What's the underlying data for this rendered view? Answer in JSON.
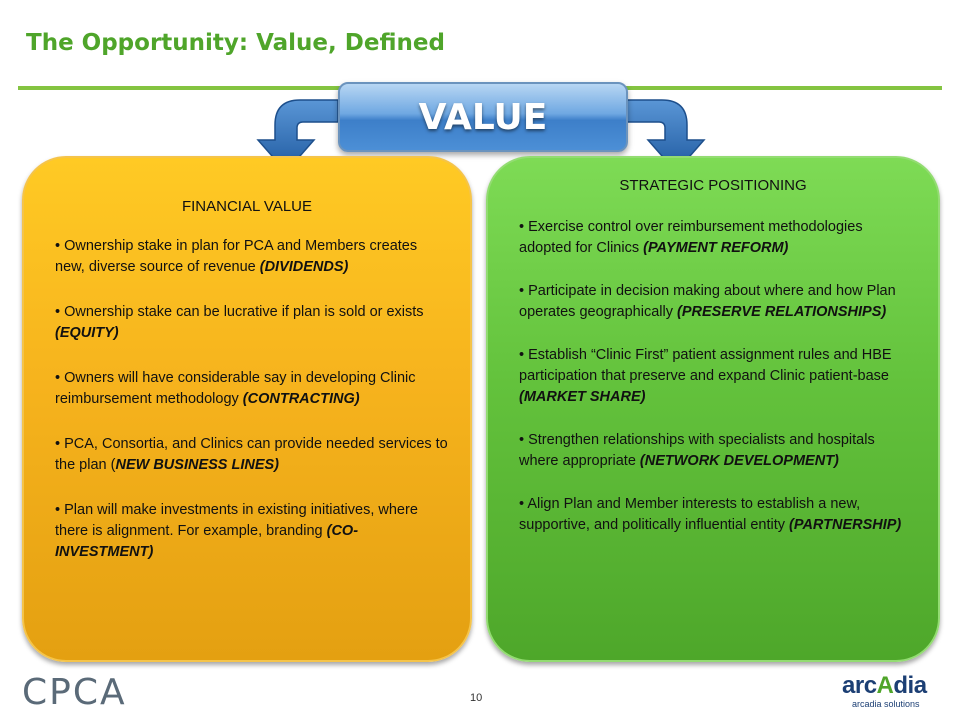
{
  "header": {
    "title": "The Opportunity: Value, Defined"
  },
  "center_button": {
    "label": "VALUE"
  },
  "financial": {
    "title": "FINANCIAL VALUE",
    "items": [
      {
        "text": "Ownership stake in plan for PCA and Members creates new, diverse source of revenue ",
        "tag": "(DIVIDENDS)"
      },
      {
        "text": "Ownership stake can be lucrative if plan is sold or exists ",
        "tag": "(EQUITY)"
      },
      {
        "text": "Owners will have considerable say in developing Clinic reimbursement methodology ",
        "tag": "(CONTRACTING)"
      },
      {
        "text": "PCA, Consortia, and Clinics can provide needed services to the plan (",
        "tag": "NEW BUSINESS LINES)"
      },
      {
        "text": "Plan will make investments in existing initiatives, where there is alignment.  For example, branding ",
        "tag": "(CO-INVESTMENT)"
      }
    ]
  },
  "strategic": {
    "title": "STRATEGIC POSITIONING",
    "items": [
      {
        "text": "Exercise control over reimbursement methodologies adopted for Clinics ",
        "tag": "(PAYMENT REFORM)"
      },
      {
        "text": "Participate in decision making about where and how Plan operates geographically ",
        "tag": "(PRESERVE RELATIONSHIPS)"
      },
      {
        "text": "Establish “Clinic First” patient assignment rules and HBE participation that preserve and expand Clinic patient-base ",
        "tag": "(MARKET SHARE)"
      },
      {
        "text": "Strengthen relationships with specialists  and hospitals where appropriate ",
        "tag": "(NETWORK DEVELOPMENT)"
      },
      {
        "text": "Align Plan and Member interests to establish a new, supportive, and politically influential entity ",
        "tag": "(PARTNERSHIP)"
      }
    ]
  },
  "footer": {
    "left_logo": "CPCA",
    "page_number": "10",
    "right_logo_name_part1": "arc",
    "right_logo_name_part2": "A",
    "right_logo_name_part3": "dia",
    "right_logo_sub": "arcadia solutions"
  },
  "colors": {
    "title_green": "#4fa52a",
    "financial_panel": "#f6b31d",
    "strategic_panel": "#63c23c",
    "value_button": "#4c8fd6",
    "arrow_blue": "#2f6fb7"
  },
  "icons": {
    "left_arrow": "curved-arrow-down-left-icon",
    "right_arrow": "curved-arrow-down-right-icon"
  }
}
